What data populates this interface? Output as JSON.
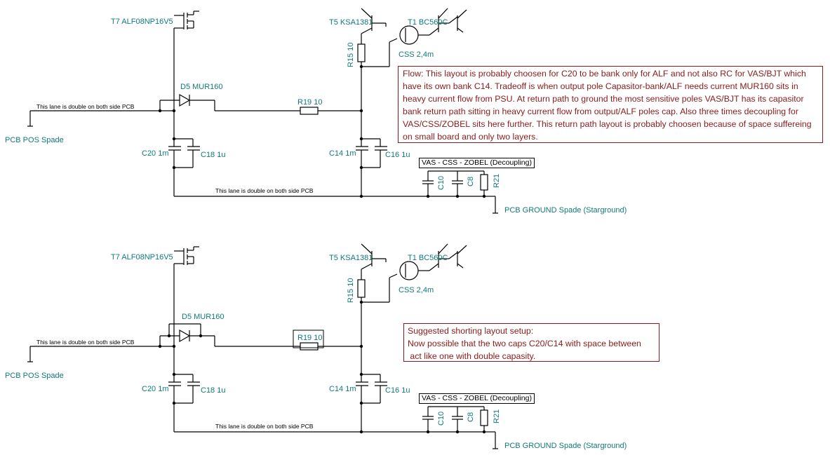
{
  "top": {
    "t7_label": "T7 ALF08NP16V5",
    "t5_label": "T5 KSA1381",
    "t1_label": "T1 BC560C",
    "css_label": "CSS 2,4m",
    "r15_label": "R15 10",
    "d5_label": "D5 MUR160",
    "r19_label": "R19 10",
    "c20_label": "C20 1m",
    "c18_label": "C18 1u",
    "c14_label": "C14 1m",
    "c16_label": "C16 1u",
    "c10_label": "C10",
    "c8_label": "C8",
    "r21_label": "R21",
    "zobel_title": "VAS  -  CSS  -  ZOBEL (Decoupling)",
    "lane_top": "This lane is double on both side PCB",
    "lane_bottom": "This lane is double on both side PCB",
    "pos_spade": "PCB POS Spade",
    "gnd_spade": "PCB GROUND Spade (Starground)",
    "note": "Flow: This layout is probably choosen for C20 to be bank only for ALF and not also RC for VAS/BJT which have its own bank C14. Tradeoff is when output pole Capasitor-bank/ALF needs current MUR160 sits in heavy current flow from PSU. At return path to ground the most sensitive poles VAS/BJT has its capasitor bank return path sitting in heavy current flow from output/ALF poles cap. Also three times decoupling for VAS/CSS/ZOBEL sits here further. This return path layout is probably choosen because of space suffereing on small board and only two layers."
  },
  "bottom": {
    "t7_label": "T7 ALF08NP16V5",
    "t5_label": "T5 KSA1381",
    "t1_label": "T1 BC560C",
    "css_label": "CSS 2,4m",
    "r15_label": "R15 10",
    "d5_label": "D5 MUR160",
    "r19_label": "R19 10",
    "c20_label": "C20 1m",
    "c18_label": "C18 1u",
    "c14_label": "C14 1m",
    "c16_label": "C16 1u",
    "c10_label": "C10",
    "c8_label": "C8",
    "r21_label": "R21",
    "zobel_title": "VAS  -  CSS  -  ZOBEL (Decoupling)",
    "lane_top": "This lane is double on both side PCB",
    "lane_bottom": "This lane is double on both side PCB",
    "pos_spade": "PCB POS Spade",
    "gnd_spade": "PCB GROUND Spade (Starground)",
    "note_line1": "Suggested shorting layout setup:",
    "note_line2": "Now possible that the two caps C20/C14 with space between",
    "note_line3": " act like one with double capasity."
  }
}
